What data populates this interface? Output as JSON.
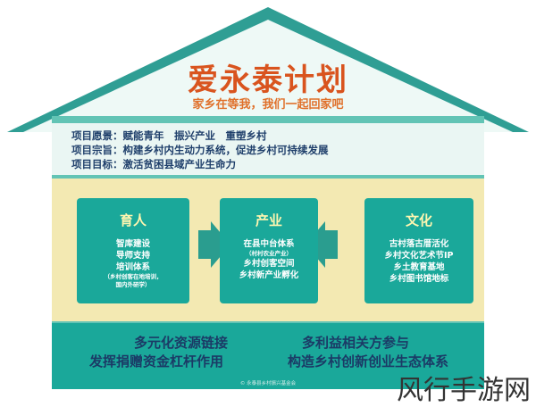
{
  "title": "爱永泰计划",
  "subtitle": "家乡在等我，我们一起回家吧",
  "goals": [
    "项目愿景：赋能青年　振兴产业　重塑乡村",
    "项目宗旨：构建乡村内生动力系统，促进乡村可持续发展",
    "项目目标：激活贫困县域产业生命力"
  ],
  "boxes": {
    "left": {
      "title": "育人",
      "lines": [
        "智库建设",
        "导师支持",
        "培训体系"
      ],
      "note": [
        "（乡村创客在地培训，",
        "国内外研学）"
      ]
    },
    "middle": {
      "title": "产业",
      "lines": [
        "在县中台体系"
      ],
      "note": [
        "（村村农业产业）"
      ],
      "lines2": [
        "乡村创客空间",
        "乡村新产业孵化"
      ]
    },
    "right": {
      "title": "文化",
      "lines": [
        "古村落古厝活化",
        "乡村文化艺术节IP",
        "乡土教育基地",
        "乡村图书馆地标"
      ]
    }
  },
  "bottom": {
    "left_line1": "多元化资源链接",
    "left_line2": "发挥捐赠资金杠杆作用",
    "right_line1": "多利益相关方参与",
    "right_line2": "构造乡村创新创业生态体系"
  },
  "footer": "© 永泰县乡村振兴基金会",
  "watermark": "风行手游网",
  "colors": {
    "roof": "#3cb8a8",
    "title": "#d9541e",
    "box": "#1aa89a",
    "band": "#f3e9b2",
    "arrow": "#2a9d8f"
  }
}
